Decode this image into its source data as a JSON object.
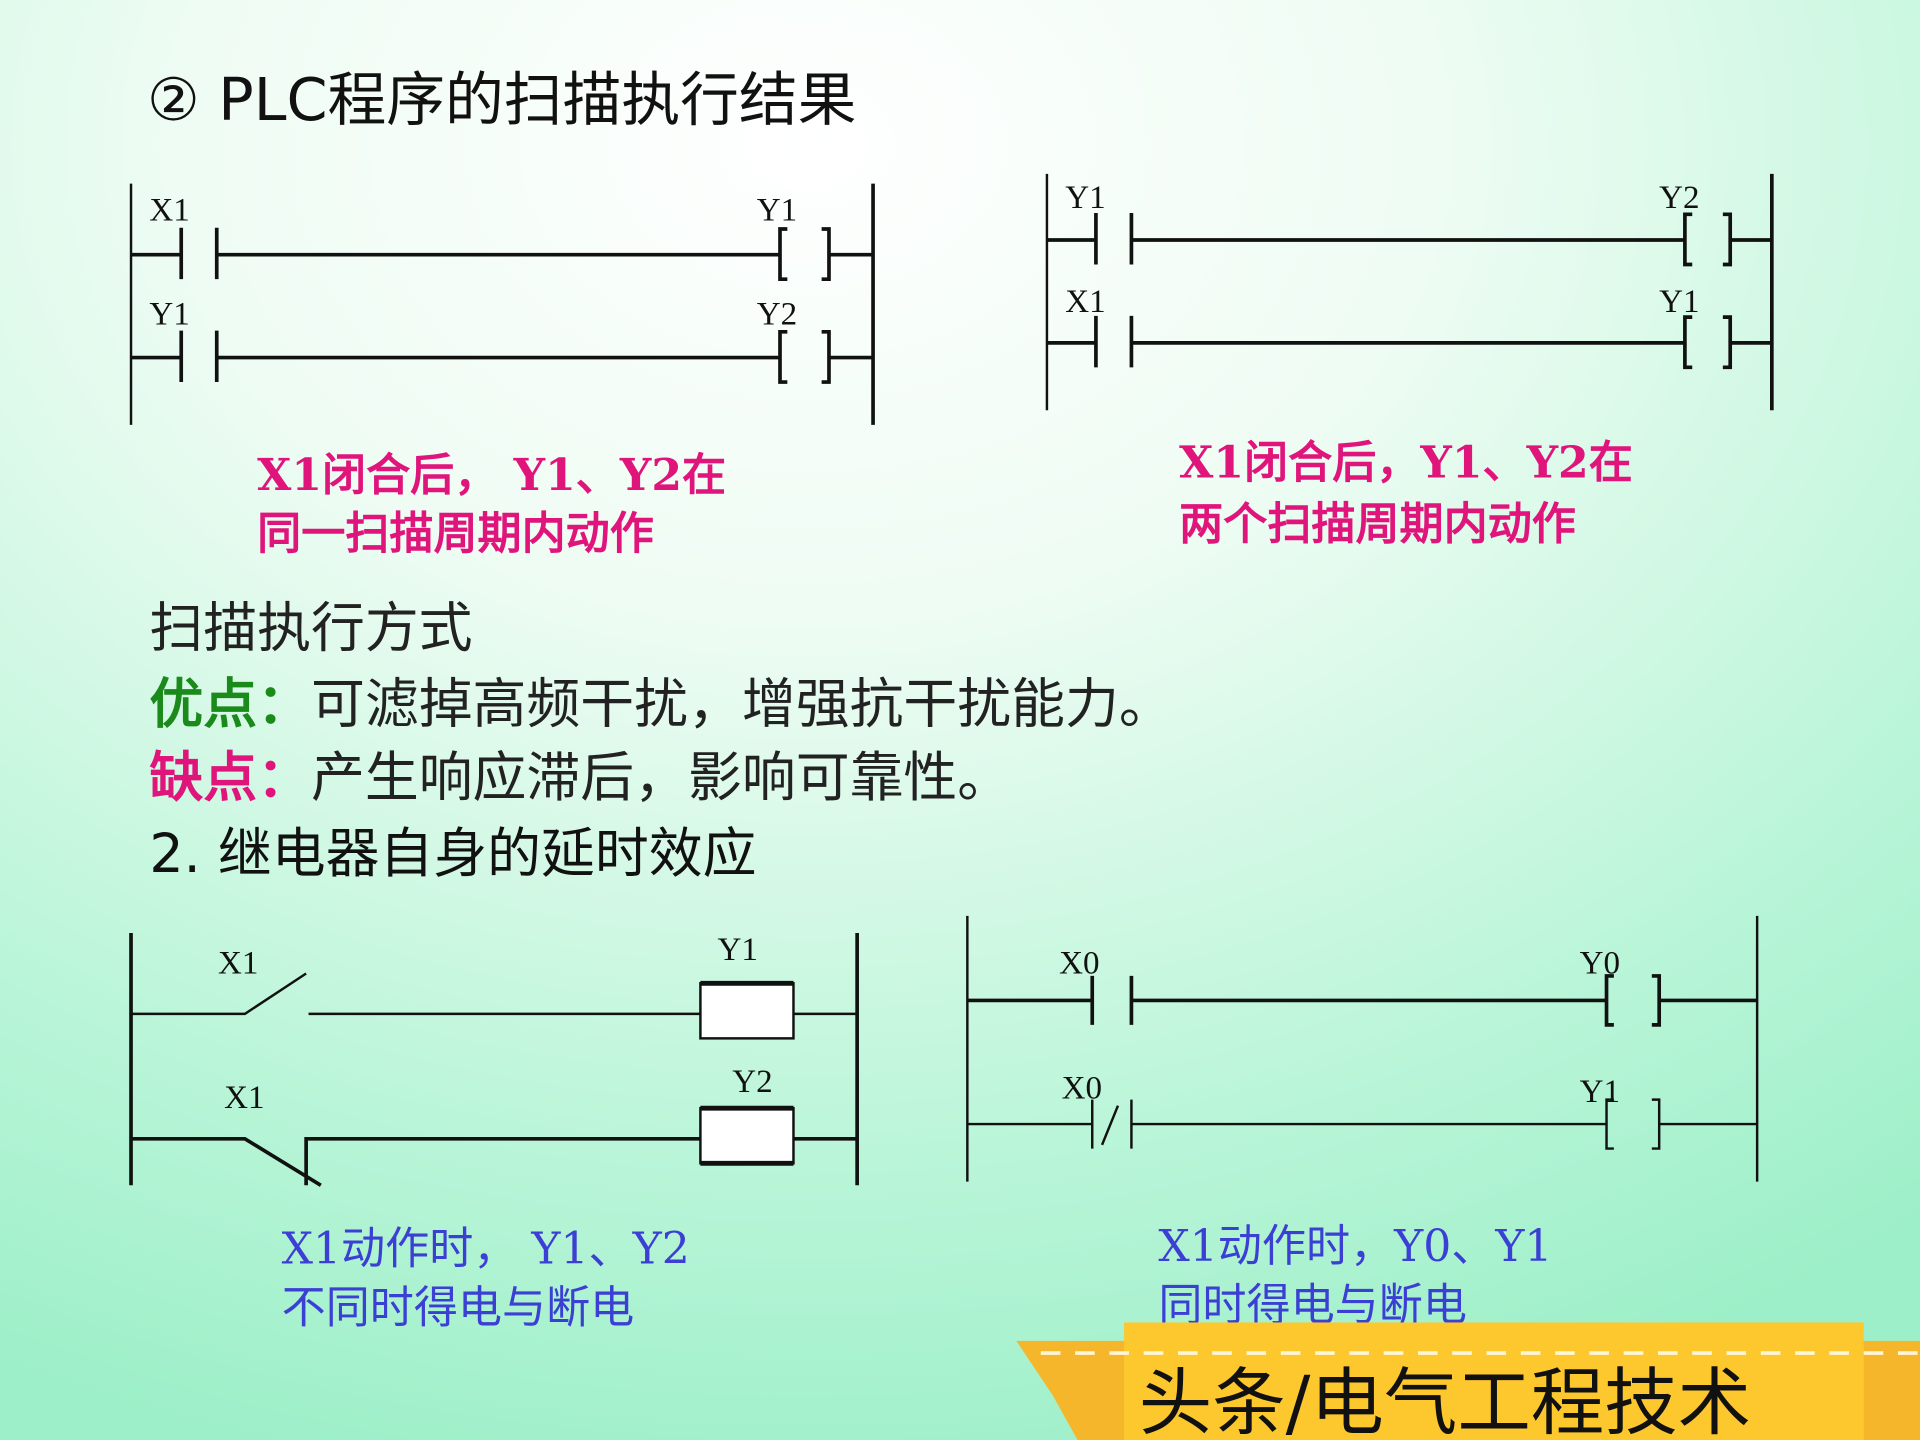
{
  "title": "② PLC程序的扫描执行结果",
  "diagram1": {
    "labels": [
      "X1",
      "Y1",
      "Y1",
      "Y2"
    ],
    "caption": [
      "X1闭合后， Y1、Y2在",
      "同一扫描周期内动作"
    ]
  },
  "diagram2": {
    "labels": [
      "Y1",
      "Y2",
      "X1",
      "Y1"
    ],
    "caption": [
      "X1闭合后，Y1、Y2在",
      "两个扫描周期内动作"
    ]
  },
  "scan_mode": "扫描执行方式",
  "pros": {
    "label": "优点：",
    "text": "可滤掉高频干扰，增强抗干扰能力。"
  },
  "cons": {
    "label": "缺点：",
    "text": "产生响应滞后，影响可靠性。"
  },
  "section2": "2. 继电器自身的延时效应",
  "diagram3": {
    "labels": [
      "X1",
      "Y1",
      "X1",
      "Y2"
    ],
    "caption": [
      "X1动作时， Y1、Y2",
      "不同时得电与断电"
    ]
  },
  "diagram4": {
    "labels": [
      "X0",
      "Y0",
      "X0",
      "Y1"
    ],
    "caption": [
      "X1动作时，Y0、Y1",
      "同时得电与断电"
    ]
  },
  "watermark": "头条/电气工程技术",
  "colors": {
    "pink": "#e0157c",
    "green": "#1a8a1a",
    "blue": "#3b3fd4",
    "banner": "#fdc82e"
  }
}
